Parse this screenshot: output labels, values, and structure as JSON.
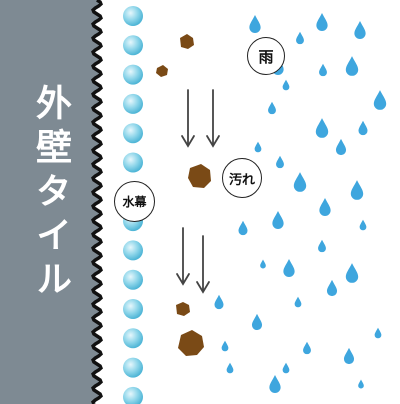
{
  "wall": {
    "label": "外壁タイル",
    "color": "#7e8a93"
  },
  "labels": {
    "rain": "雨",
    "dirt": "汚れ",
    "water_film": "水幕"
  },
  "colors": {
    "raindrop": "#3ea6de",
    "film_bead": "#7fcfe6",
    "dirt": "#7a4a16",
    "arrow": "#444444",
    "edge": "#111111"
  },
  "icons": {
    "raindrop": "raindrop-icon",
    "dirt": "dirt-particle-icon",
    "arrow": "down-arrow-icon",
    "bead": "water-bead-icon"
  }
}
